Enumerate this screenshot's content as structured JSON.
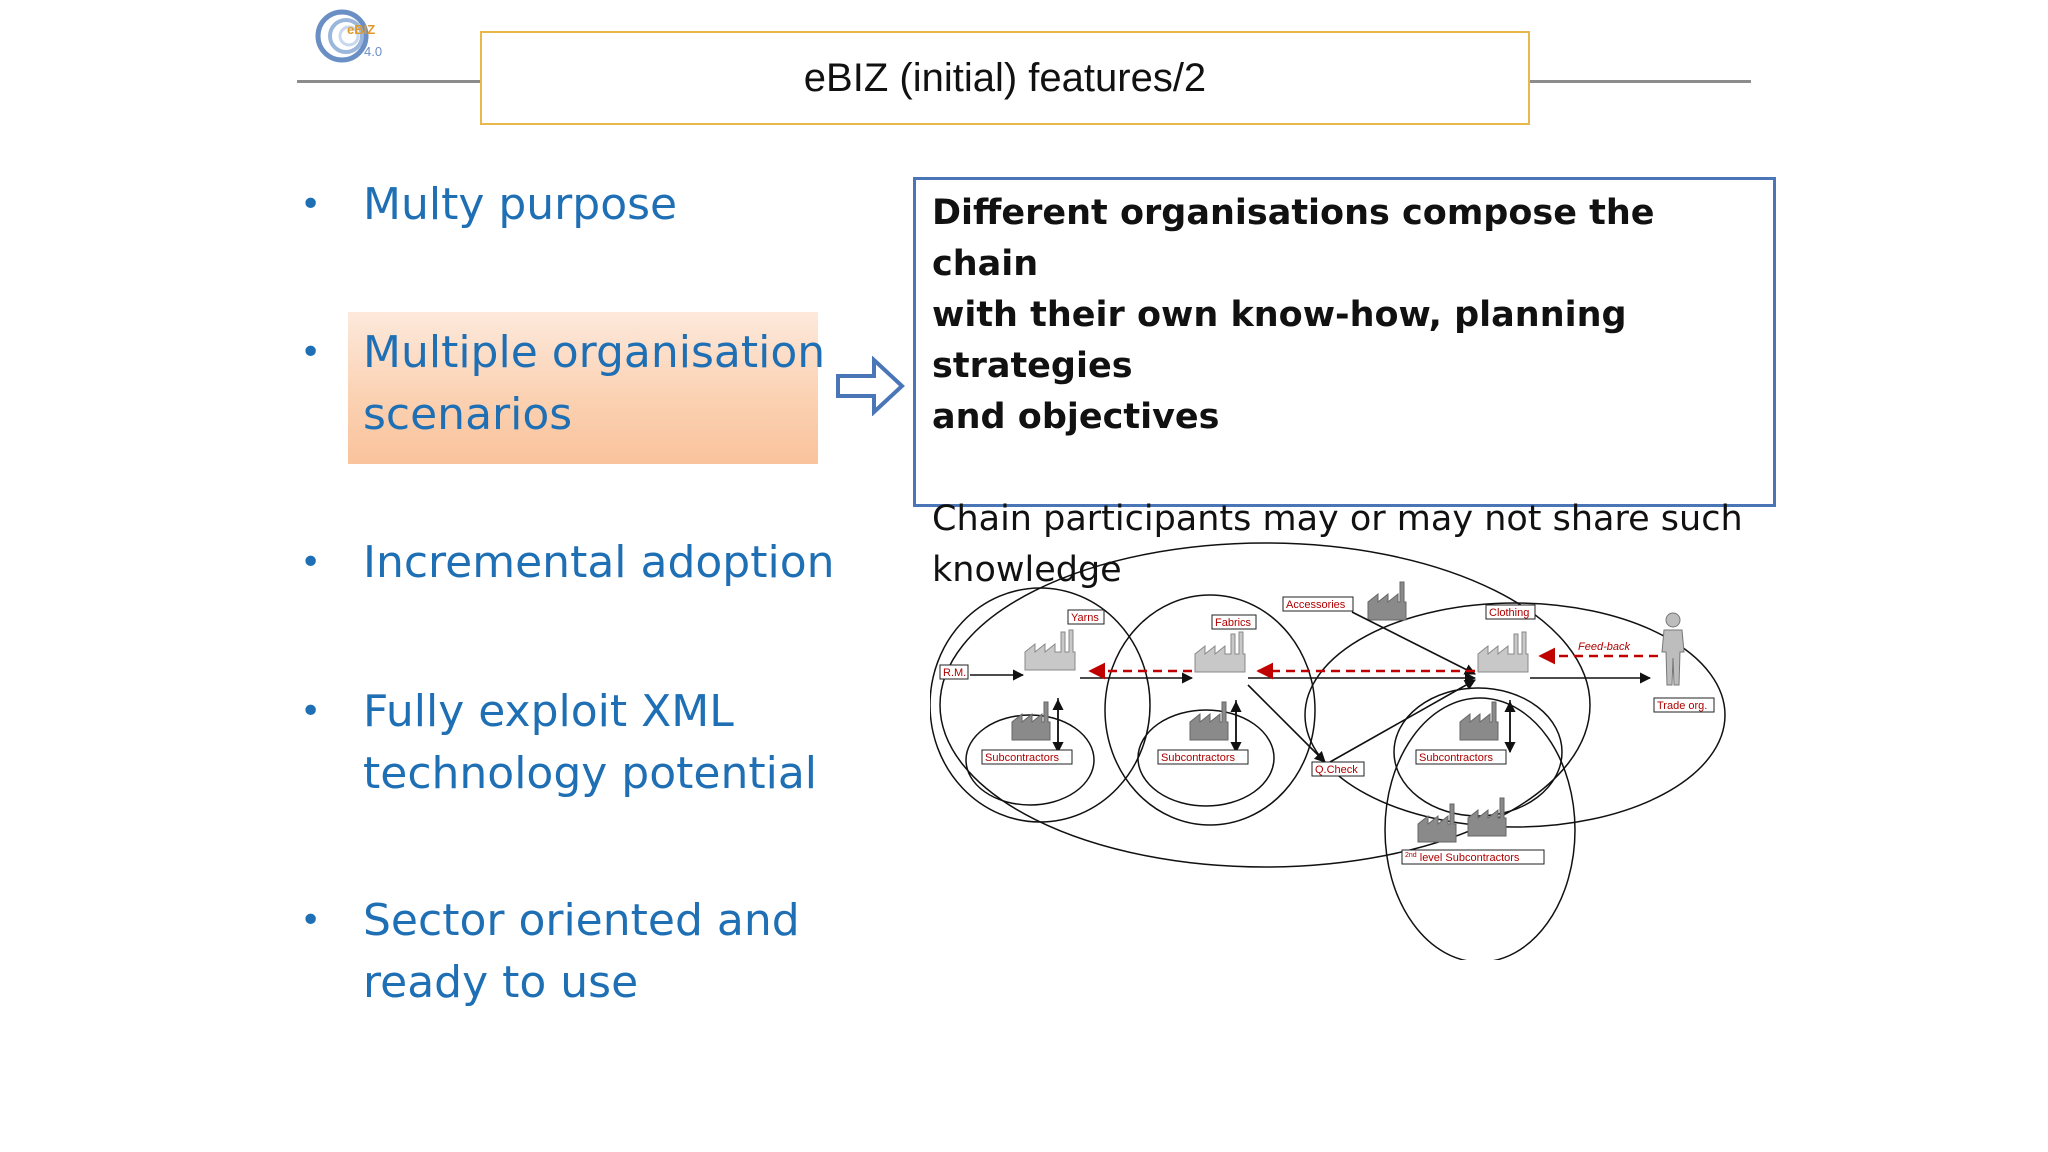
{
  "logo": {
    "brand": "eBIZ",
    "version": "4.0"
  },
  "slide": {
    "title": "eBIZ (initial) features/2"
  },
  "bullets": [
    {
      "lines": [
        "Multy purpose"
      ]
    },
    {
      "lines": [
        "Multiple organisation",
        "scenarios"
      ]
    },
    {
      "lines": [
        "Incremental adoption"
      ]
    },
    {
      "lines": [
        "Fully exploit XML",
        "technology potential"
      ]
    },
    {
      "lines": [
        "Sector oriented and",
        "ready to use"
      ]
    }
  ],
  "callout": {
    "bold_lines": [
      "Different organisations compose the chain",
      "with their own know-how, planning strategies",
      "and objectives"
    ],
    "normal_lines": [
      "Chain participants may or may not share such",
      "knowledge"
    ]
  },
  "diagram": {
    "labels": {
      "rm": "R.M.",
      "yarns": "Yarns",
      "fabrics": "Fabrics",
      "accessories": "Accessories",
      "clothing": "Clothing",
      "feedback": "Feed-back",
      "trade": "Trade org.",
      "sub1": "Subcontractors",
      "sub2": "Subcontractors",
      "sub3": "Subcontractors",
      "qcheck": "Q.Check",
      "sub2nd_sup": "2nd",
      "sub2nd": " level Subcontractors"
    },
    "colors": {
      "label_text": "#b00000",
      "feedback_line": "#c00000"
    }
  }
}
